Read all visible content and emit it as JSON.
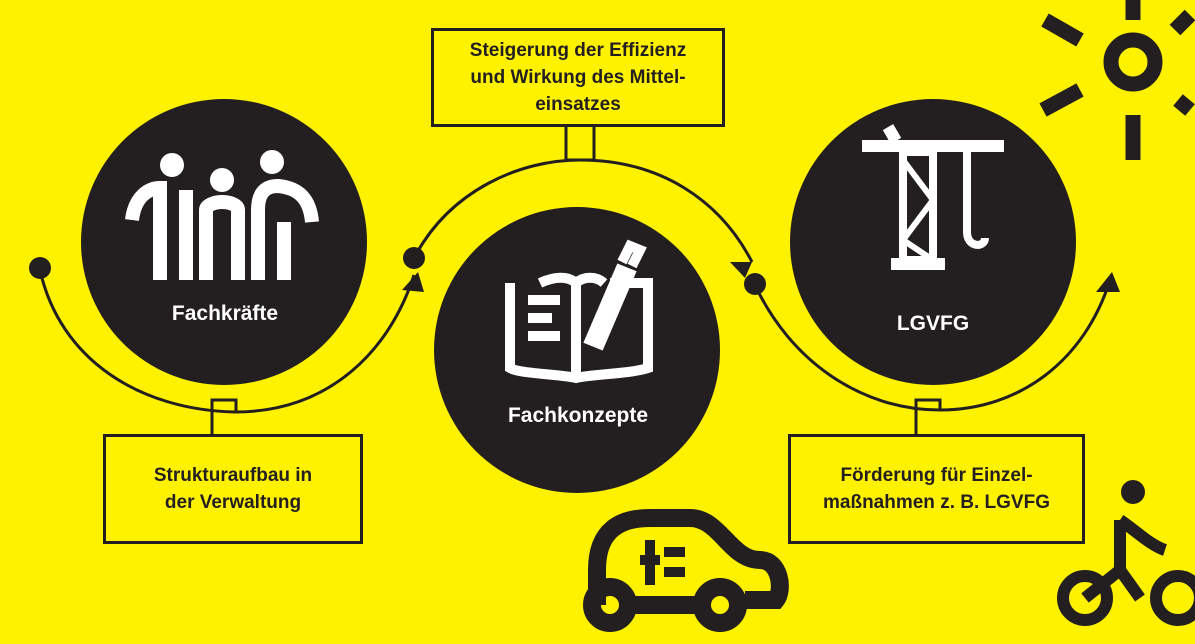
{
  "circles": {
    "fachkraefte": {
      "label": "Fachkräfte"
    },
    "fachkonzepte": {
      "label": "Fachkonzepte"
    },
    "lgvfg": {
      "label": "LGVFG"
    }
  },
  "boxes": {
    "top": "Steigerung der Effizienz\nund Wirkung des Mittel-\neinsatzes",
    "left": "Strukturaufbau in\nder Verwaltung",
    "right": "Förderung für Einzel-\nmaßnahmen z. B. LGVFG"
  },
  "icons": {
    "people": "people-group-icon",
    "concept": "notebook-pencil-icon",
    "crane": "crane-icon",
    "sun": "sun-icon",
    "car": "electric-car-icon",
    "bicycle": "cyclist-icon"
  },
  "colors": {
    "background": "#fff200",
    "ink": "#231f20",
    "circle_text": "#ffffff"
  }
}
